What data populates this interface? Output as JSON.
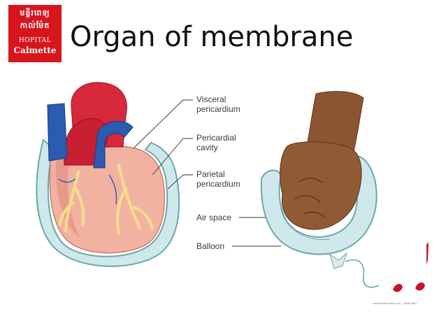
{
  "logo": {
    "line1": "មន្ទីរពេទ្យ",
    "line2": "កាល់ម៉ែត",
    "line3": "HOPITAL",
    "line4": "Calmette"
  },
  "title": "Organ of membrane",
  "labels": {
    "visceral_1": "Visceral",
    "visceral_2": "pericardium",
    "cavity_1": "Pericardial",
    "cavity_2": "cavity",
    "parietal_1": "Parietal",
    "parietal_2": "pericardium",
    "air_space": "Air space",
    "balloon": "Balloon"
  },
  "credit": "www.shutterstock.com · 295329897",
  "colors": {
    "logo_red": "#d8141d",
    "membrane_fill": "#cfe8ea",
    "membrane_stroke": "#6aa9ad",
    "heart_red": "#d8283b",
    "vessel_blue": "#2a5cb0",
    "fist_brown": "#8a5530"
  }
}
